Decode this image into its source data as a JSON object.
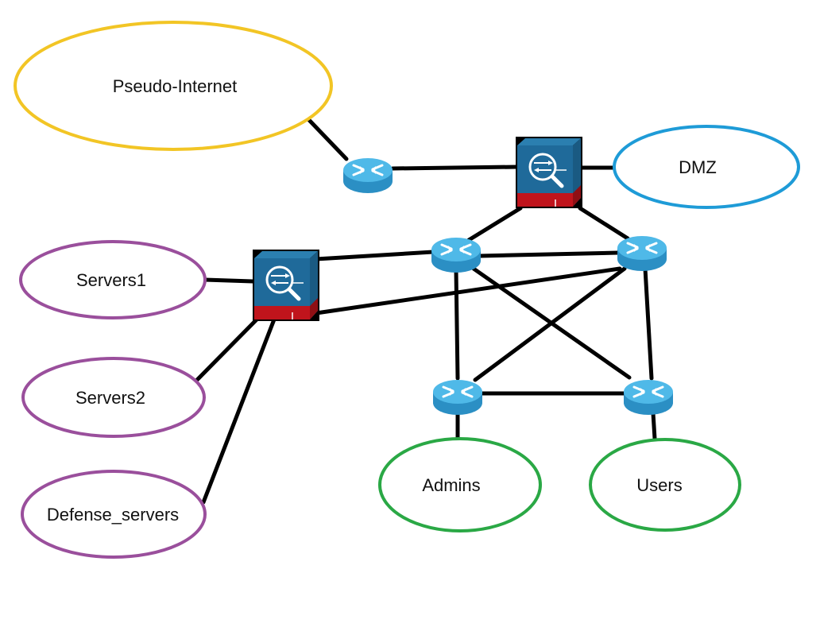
{
  "diagram": {
    "type": "network-topology",
    "colors": {
      "internet": "#f2c525",
      "dmz": "#1e9bd7",
      "servers": "#9a4f9c",
      "clients": "#2aa845",
      "router_top": "#4fb9e8",
      "router_side": "#2b8fc4",
      "firewall_face": "#1f6a9a",
      "firewall_red": "#c0141c"
    },
    "zones": [
      {
        "id": "internet",
        "label": "Pseudo-Internet",
        "color_key": "internet"
      },
      {
        "id": "dmz",
        "label": "DMZ",
        "color_key": "dmz"
      },
      {
        "id": "servers1",
        "label": "Servers1",
        "color_key": "servers"
      },
      {
        "id": "servers2",
        "label": "Servers2",
        "color_key": "servers"
      },
      {
        "id": "defense",
        "label": "Defense_servers",
        "color_key": "servers"
      },
      {
        "id": "admins",
        "label": "Admins",
        "color_key": "clients"
      },
      {
        "id": "users",
        "label": "Users",
        "color_key": "clients"
      }
    ],
    "devices": [
      {
        "id": "edge-router",
        "kind": "router"
      },
      {
        "id": "fw-top",
        "kind": "firewall"
      },
      {
        "id": "fw-left",
        "kind": "firewall"
      },
      {
        "id": "core-tl",
        "kind": "router"
      },
      {
        "id": "core-tr",
        "kind": "router"
      },
      {
        "id": "core-bl",
        "kind": "router"
      },
      {
        "id": "core-br",
        "kind": "router"
      }
    ],
    "links": [
      [
        "internet",
        "edge-router"
      ],
      [
        "edge-router",
        "fw-top"
      ],
      [
        "fw-top",
        "dmz"
      ],
      [
        "fw-top",
        "core-tl"
      ],
      [
        "fw-top",
        "core-tr"
      ],
      [
        "fw-left",
        "servers1"
      ],
      [
        "fw-left",
        "servers2"
      ],
      [
        "fw-left",
        "defense"
      ],
      [
        "fw-left",
        "core-tl"
      ],
      [
        "fw-left",
        "core-tr"
      ],
      [
        "core-tl",
        "core-tr"
      ],
      [
        "core-tl",
        "core-bl"
      ],
      [
        "core-tl",
        "core-br"
      ],
      [
        "core-tr",
        "core-bl"
      ],
      [
        "core-tr",
        "core-br"
      ],
      [
        "core-bl",
        "core-br"
      ],
      [
        "core-bl",
        "admins"
      ],
      [
        "core-br",
        "users"
      ]
    ]
  }
}
